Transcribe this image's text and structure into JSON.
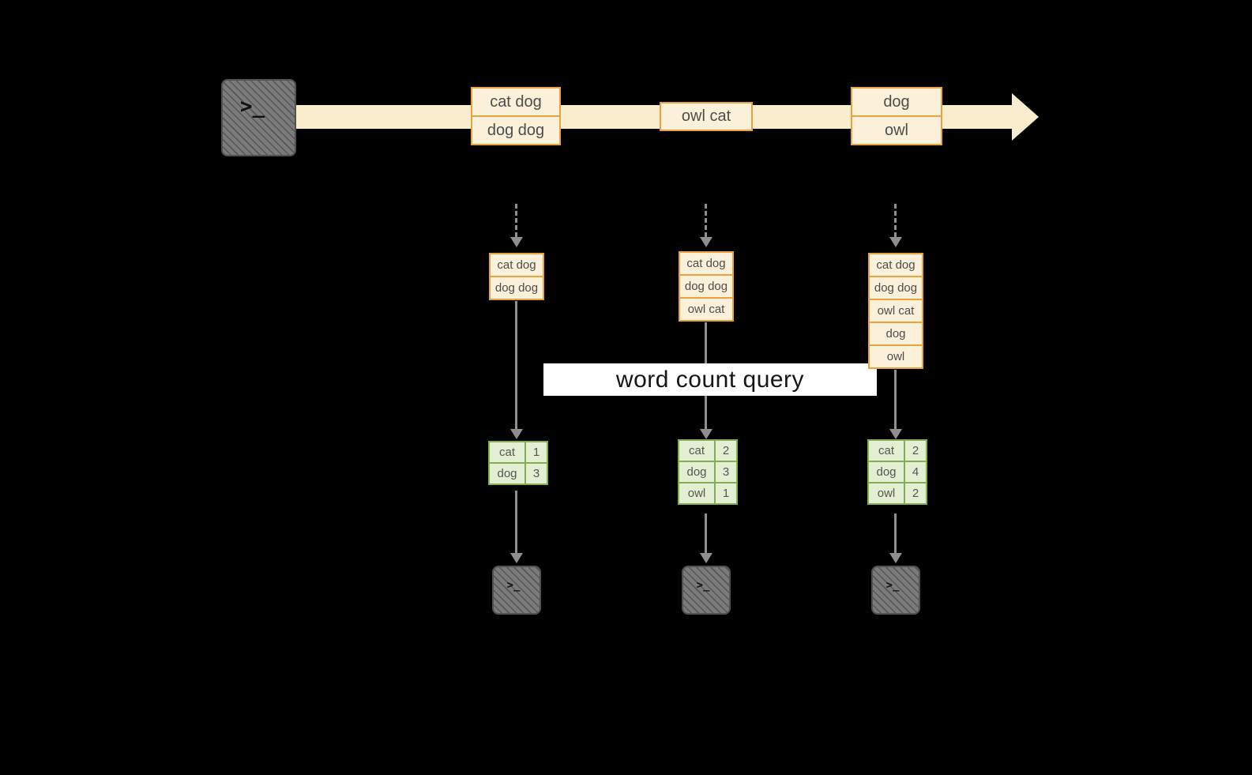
{
  "query_label": "word count query",
  "terminal_glyph": ">_",
  "colors": {
    "background": "#000000",
    "stream_arrow": "#FAEDCD",
    "record_border": "#E8A33C",
    "record_fill": "#FBF0DA",
    "table_border": "#84AC53",
    "table_fill": "#E4EED3",
    "flow_arrow": "#8F8F8F",
    "terminal_fill": "#7B7B7B",
    "banner_bg": "#FFFFFF",
    "banner_text": "#151515"
  },
  "timeline": {
    "batches": [
      {
        "items": [
          "cat dog",
          "dog dog"
        ]
      },
      {
        "items": [
          "owl cat"
        ]
      },
      {
        "items": [
          "dog",
          "owl"
        ]
      }
    ]
  },
  "columns": [
    {
      "stack": [
        "cat dog",
        "dog dog"
      ],
      "table": {
        "rows": [
          {
            "word": "cat",
            "count": "1"
          },
          {
            "word": "dog",
            "count": "3"
          }
        ]
      }
    },
    {
      "stack": [
        "cat dog",
        "dog dog",
        "owl cat"
      ],
      "table": {
        "rows": [
          {
            "word": "cat",
            "count": "2"
          },
          {
            "word": "dog",
            "count": "3"
          },
          {
            "word": "owl",
            "count": "1"
          }
        ]
      }
    },
    {
      "stack": [
        "cat dog",
        "dog dog",
        "owl cat",
        "dog",
        "owl"
      ],
      "table": {
        "rows": [
          {
            "word": "cat",
            "count": "2"
          },
          {
            "word": "dog",
            "count": "4"
          },
          {
            "word": "owl",
            "count": "2"
          }
        ]
      }
    }
  ]
}
